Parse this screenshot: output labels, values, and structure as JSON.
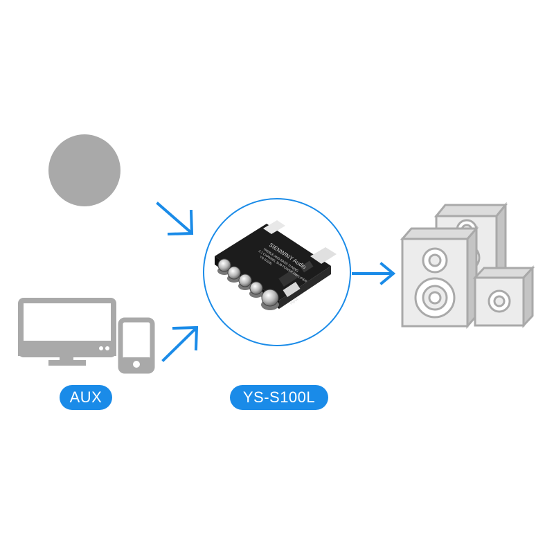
{
  "labels": {
    "source": "AUX",
    "device": "YS-S100L"
  },
  "board": {
    "brand": "SIENWINY Audio",
    "line1": "TREBLE AND BASS TUNING",
    "line2": "2.1 CHANNEL SUB POWER AMPLIFIER",
    "model": "YS-S100L",
    "port": "input"
  },
  "icons": {
    "source_bubble": "gray-circle-icon",
    "monitor": "monitor-icon",
    "phone": "smartphone-icon",
    "speakers": "speaker-stack-icon",
    "arrows": "arrow-icon"
  },
  "colors": {
    "accent": "#1a8be8",
    "icon_gray": "#a9a9a9",
    "speaker_fill": "#ececec",
    "board": "#1c1c1c"
  }
}
